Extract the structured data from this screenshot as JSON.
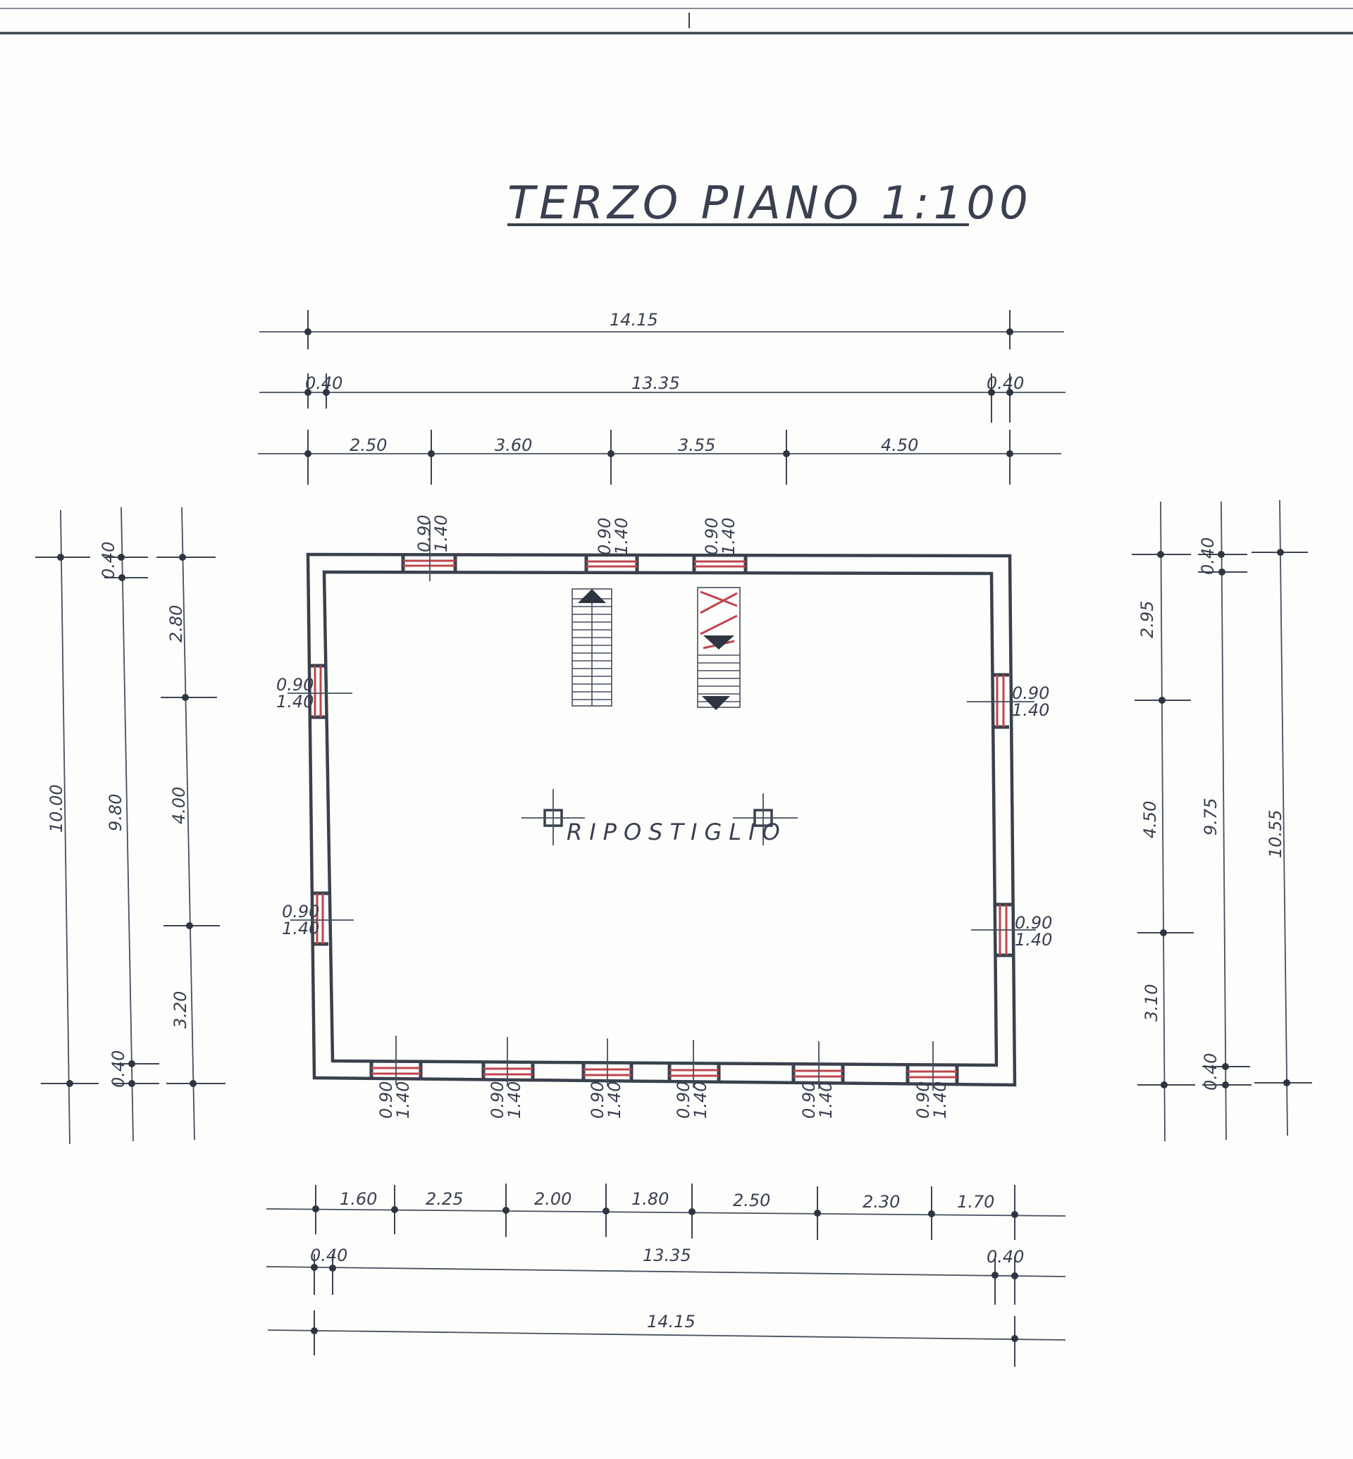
{
  "drawing": {
    "title": "TERZO PIANO 1:100",
    "room_label": "RIPOSTIGLIO"
  },
  "dimensions": {
    "top_overall": "14.15",
    "top_inner": "13.35",
    "top_wall_left": "0.40",
    "top_wall_right": "0.40",
    "top_segments": [
      "2.50",
      "3.60",
      "3.55",
      "4.50"
    ],
    "bottom_segments": [
      "1.60",
      "2.25",
      "2.00",
      "1.80",
      "2.50",
      "2.30",
      "1.70"
    ],
    "bottom_wall_left": "0.40",
    "bottom_wall_right": "0.40",
    "bottom_inner": "13.35",
    "bottom_overall": "14.15",
    "left_overall": "10.00",
    "left_inner": "9.80",
    "left_wall_top": "0.40",
    "left_wall_bottom": "0.40",
    "left_segments": [
      "2.80",
      "4.00",
      "3.20"
    ],
    "right_overall": "10.55",
    "right_inner": "9.75",
    "right_wall_top": "0.40",
    "right_wall_bottom": "0.40",
    "right_segments": [
      "2.95",
      "4.50",
      "3.10"
    ]
  },
  "windows": {
    "width_label": "0.90",
    "height_label": "1.40"
  },
  "colors": {
    "ink": "#3a414c",
    "window_red": "#c0454d",
    "paper": "#fdfdfc"
  }
}
